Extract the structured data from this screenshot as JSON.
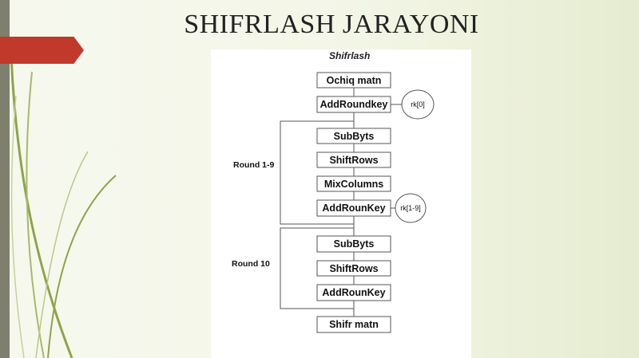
{
  "slide": {
    "title": "SHIFRLASH JARAYONI"
  },
  "diagram": {
    "heading": "Shifrlash",
    "steps": [
      "Ochiq matn",
      "AddRoundkey",
      "SubByts",
      "ShiftRows",
      "MixColumns",
      "AddRounKey",
      "SubByts",
      "ShiftRows",
      "AddRounKey",
      "Shifr matn"
    ],
    "keys": [
      "rk[0]",
      "rk[1-9]"
    ],
    "rounds": [
      "Round 1-9",
      "Round 10"
    ]
  },
  "colors": {
    "accent_red": "#c0392b",
    "left_strip": "#7f7f6e",
    "grass": "#8fa34a"
  }
}
